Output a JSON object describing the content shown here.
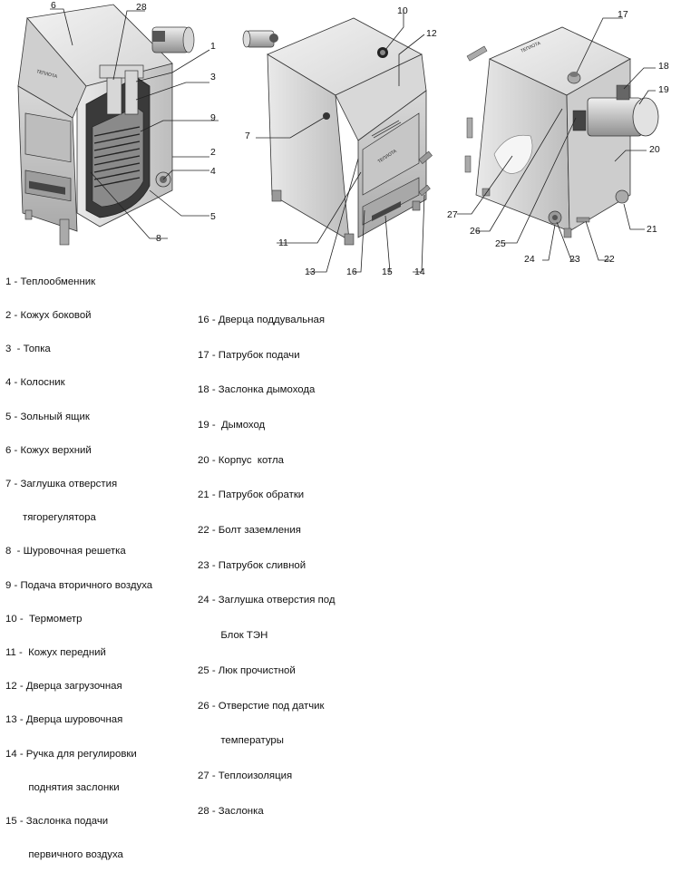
{
  "callouts": {
    "n1": "1",
    "n2": "2",
    "n3": "3",
    "n4": "4",
    "n5": "5",
    "n6": "6",
    "n7": "7",
    "n8": "8",
    "n9": "9",
    "n10": "10",
    "n11": "11",
    "n12": "12",
    "n13": "13",
    "n14": "14",
    "n15": "15",
    "n16": "16",
    "n17": "17",
    "n18": "18",
    "n19": "19",
    "n20": "20",
    "n21": "21",
    "n22": "22",
    "n23": "23",
    "n24": "24",
    "n25": "25",
    "n26": "26",
    "n27": "27",
    "n28": "28"
  },
  "legend_left": [
    "1 - Теплообменник",
    "2 - Кожух боковой",
    "3  - Топка",
    "4 - Колосник",
    "5 - Зольный ящик",
    "6 - Кожух верхний",
    "7 - Заглушка отверстия",
    "      тягорегулятора",
    "8  - Шуровочная решетка",
    "9 - Подача вторичного воздуха",
    "10 -  Термометр",
    "11 -  Кожух передний",
    "12 - Дверца загрузочная",
    "13 - Дверца шуровочная",
    "14 - Ручка для регулировки",
    "        поднятия заслонки",
    "15 - Заслонка подачи",
    "        первичного воздуха"
  ],
  "legend_right": [
    "16 - Дверца поддувальная",
    "17 - Патрубок подачи",
    "18 - Заслонка дымохода",
    "19 -  Дымоход",
    "20 - Корпус  котла",
    "21 - Патрубок обратки",
    "22 - Болт заземления",
    "23 - Патрубок сливной",
    "24 - Заглушка отверстия под",
    "        Блок ТЭН",
    "25 - Люк прочистной",
    "26 - Отверстие под датчик",
    "        температуры",
    "27 - Теплоизоляция",
    "28 - Заслонка"
  ]
}
